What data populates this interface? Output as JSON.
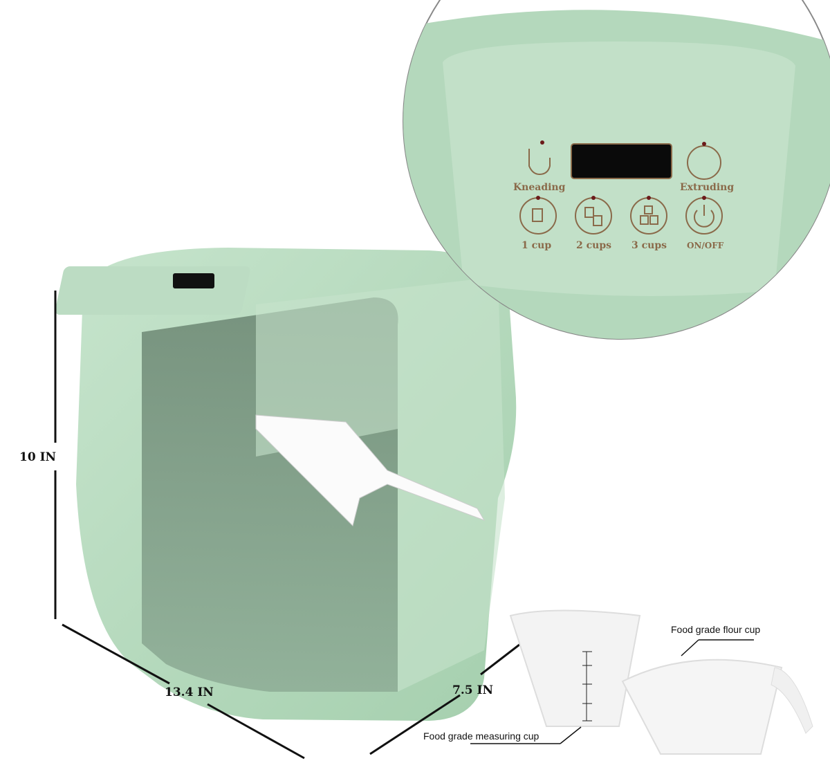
{
  "dimensions": {
    "height": "10 IN",
    "length": "13.4 IN",
    "depth": "7.5 IN"
  },
  "accessories": {
    "flour_cup": "Food grade flour cup",
    "measuring_cup": "Food grade measuring cup"
  },
  "control_panel": {
    "buttons": [
      {
        "label": "Kneading",
        "icon": "kneading-hand-icon"
      },
      {
        "label": "Extruding",
        "icon": "extruding-hand-icon"
      },
      {
        "label": "1 cup",
        "icon": "one-cup-icon"
      },
      {
        "label": "2 cups",
        "icon": "two-cups-icon"
      },
      {
        "label": "3 cups",
        "icon": "three-cups-icon"
      },
      {
        "label": "ON/OFF",
        "icon": "power-icon"
      }
    ]
  },
  "colors": {
    "body": "#b5d9bd",
    "label_text": "#8a6a4a",
    "indicator": "#6b1a1a"
  }
}
